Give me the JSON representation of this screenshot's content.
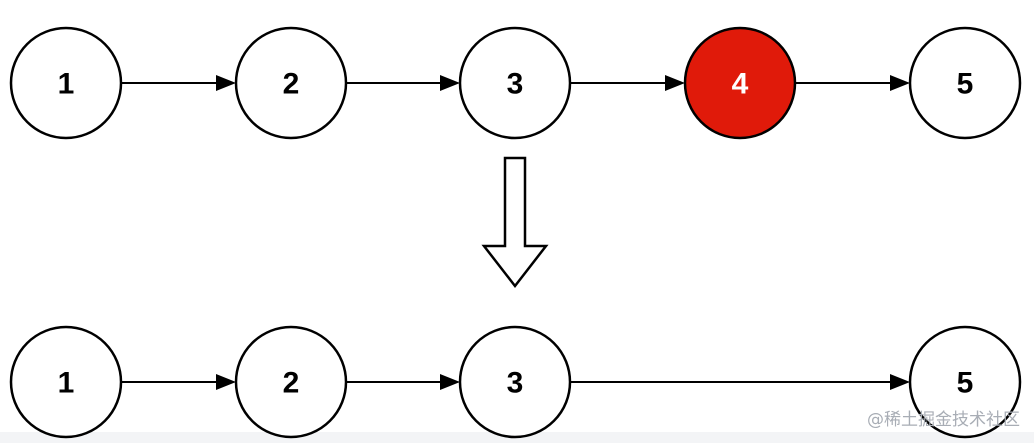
{
  "colors": {
    "highlight_fill": "#e01a0a",
    "highlight_text": "#ffffff",
    "node_fill": "#ffffff",
    "stroke": "#000000"
  },
  "before_list": {
    "nodes": [
      {
        "label": "1",
        "highlighted": false
      },
      {
        "label": "2",
        "highlighted": false
      },
      {
        "label": "3",
        "highlighted": false
      },
      {
        "label": "4",
        "highlighted": true
      },
      {
        "label": "5",
        "highlighted": false
      }
    ]
  },
  "after_list": {
    "nodes": [
      {
        "label": "1"
      },
      {
        "label": "2"
      },
      {
        "label": "3"
      },
      {
        "label": "5"
      }
    ]
  },
  "transform_arrow_icon": "hollow-down-arrow-icon",
  "watermark": "@稀土掘金技术社区"
}
